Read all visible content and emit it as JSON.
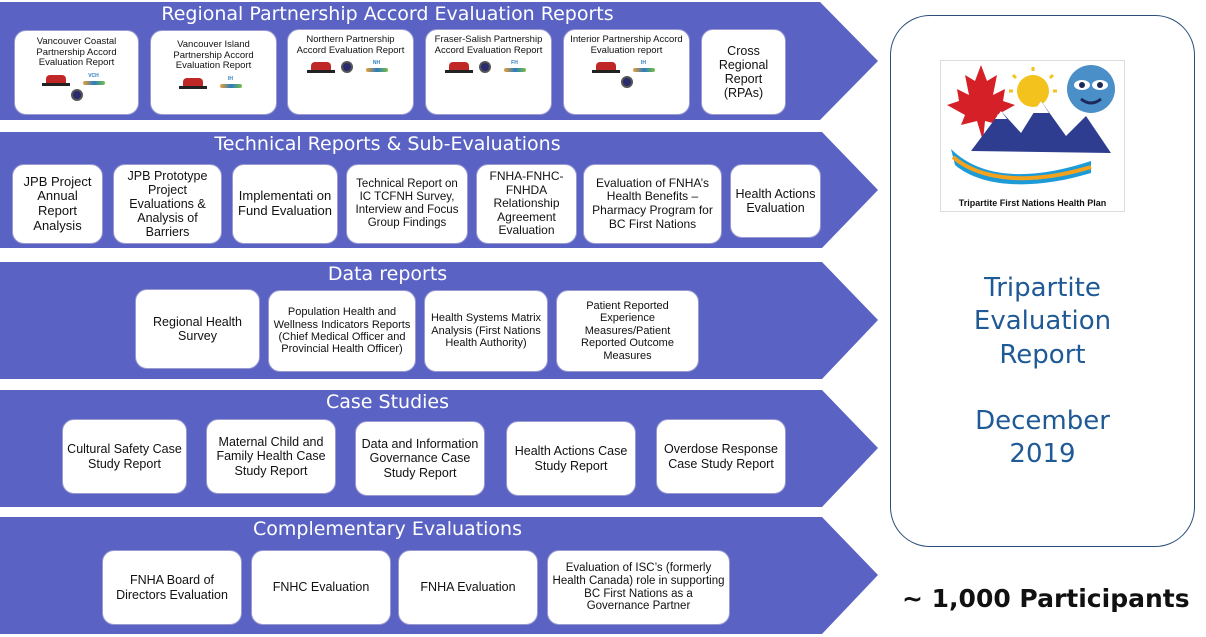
{
  "colors": {
    "band": "#5a63c4",
    "band_edge": "#4a54b5",
    "panel_text": "#1f5a96"
  },
  "bands": [
    {
      "title": "Regional Partnership Accord Evaluation Reports",
      "boxes": [
        "Vancouver Coastal Partnership Accord Evaluation Report",
        "Vancouver Island Partnership Accord Evaluation Report",
        "Northern Partnership Accord Evaluation Report",
        "Fraser-Salish Partnership Accord Evaluation Report",
        "Interior Partnership Accord  Evaluation report",
        "Cross Regional Report (RPAs)"
      ],
      "logos": [
        {
          "partner": "Vancouver Coastal Health"
        },
        {
          "partner": "island health"
        },
        {
          "partner": "northern health"
        },
        {
          "partner": "fraser health"
        },
        {
          "partner": "Interior Health"
        }
      ]
    },
    {
      "title": "Technical Reports & Sub-Evaluations",
      "boxes": [
        "JPB Project Annual Report Analysis",
        "JPB Prototype Project Evaluations & Analysis of Barriers",
        "Implementati on Fund Evaluation",
        "Technical Report on IC TCFNH Survey, Interview and Focus Group Findings",
        "FNHA-FNHC-FNHDA Relationship Agreement Evaluation",
        "Evaluation of FNHA’s Health Benefits – Pharmacy Program for BC First Nations",
        "Health Actions Evaluation"
      ]
    },
    {
      "title": "Data reports",
      "boxes": [
        "Regional Health Survey",
        "Population Health and Wellness Indicators Reports (Chief Medical Officer and Provincial Health Officer)",
        "Health Systems Matrix Analysis (First Nations Health Authority)",
        "Patient Reported Experience Measures/Patient Reported Outcome Measures"
      ]
    },
    {
      "title": "Case Studies",
      "boxes": [
        "Cultural Safety Case Study Report",
        "Maternal Child and Family Health Case Study Report",
        "Data and Information Governance Case Study Report",
        "Health Actions Case Study Report",
        "Overdose Response Case Study Report"
      ]
    },
    {
      "title": "Complementary Evaluations",
      "boxes": [
        "FNHA Board of Directors Evaluation",
        "FNHC Evaluation",
        "FNHA Evaluation",
        "Evaluation of ISC’s (formerly Health Canada) role in supporting BC First Nations as a Governance Partner"
      ]
    }
  ],
  "logo": {
    "caption": "Tripartite First Nations Health Plan"
  },
  "panel": {
    "title_lines": [
      "Tripartite",
      "Evaluation",
      "Report"
    ],
    "date_lines": [
      "December",
      "2019"
    ]
  },
  "participants": "~ 1,000 Participants"
}
